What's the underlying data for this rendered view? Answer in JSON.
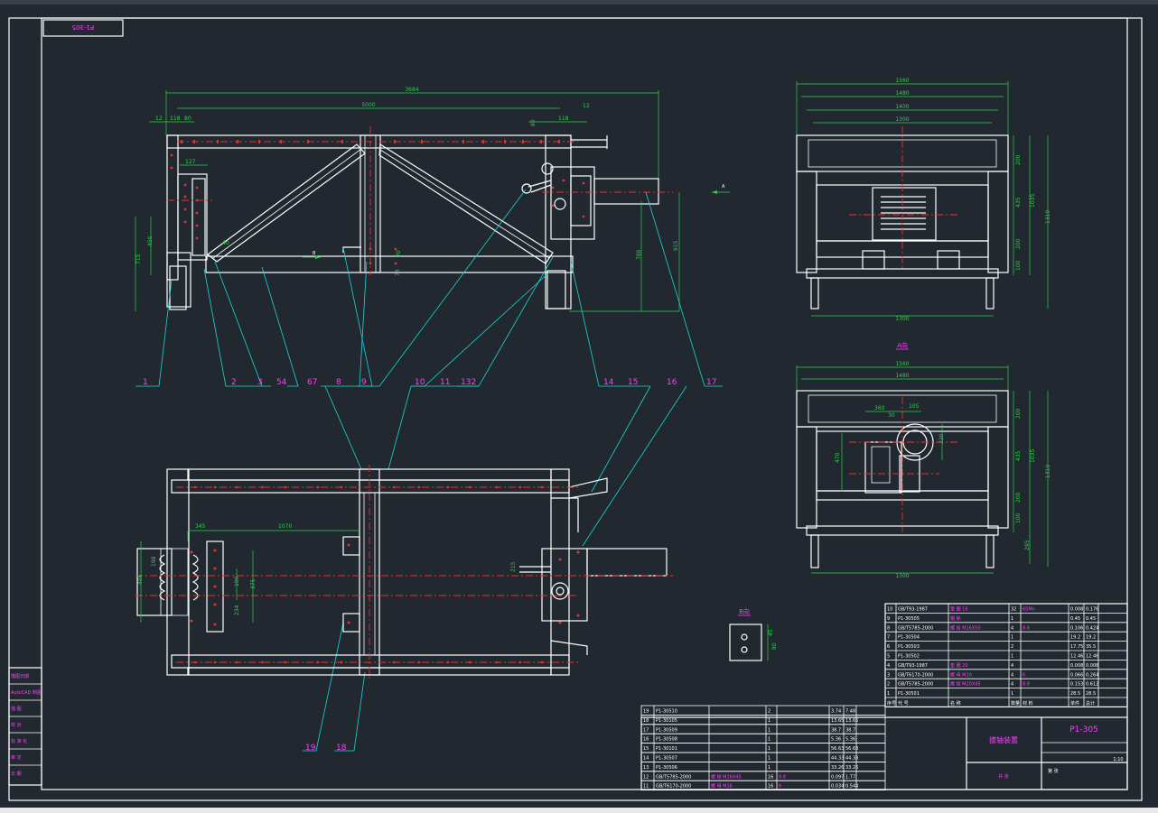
{
  "drawing": {
    "top_label": "P1-305",
    "view_label_a": "A",
    "view_label_b": "B",
    "view_a_title": "A向",
    "view_b_title": "B向",
    "front_dims": [
      "3684",
      "5000",
      "12",
      "118",
      "80",
      "12",
      "127",
      "450",
      "715",
      "40",
      "20",
      "73",
      "780",
      "915",
      "80",
      "118"
    ],
    "plan_dims": [
      "345",
      "1070",
      "486",
      "198",
      "190",
      "375",
      "234",
      "215"
    ],
    "side_dims": [
      "1560",
      "1480",
      "1400",
      "1300",
      "200",
      "435",
      "200",
      "100",
      "1310",
      "1035",
      "1300"
    ],
    "side2_dims": [
      "1560",
      "1480",
      "360",
      "105",
      "30",
      "220",
      "470",
      "200",
      "435",
      "200",
      "100",
      "1035",
      "1310",
      "295",
      "1300"
    ],
    "small_dims": [
      "45",
      "80"
    ],
    "balloons": [
      "1",
      "2",
      "3",
      "54",
      "67",
      "8",
      "9",
      "10",
      "11",
      "132",
      "14",
      "15",
      "16",
      "17",
      "19",
      "18"
    ]
  },
  "left_strip": [
    "描图日期",
    "AutoCAD 制图",
    "描 图",
    "校 对",
    "标 准 化",
    "审 定",
    "日 期"
  ],
  "bom_right": [
    [
      "10",
      "GB/T93-1987",
      "垫 圈 16",
      "32",
      "65Mn",
      "0.008",
      "0.176"
    ],
    [
      "9",
      "P1-30505",
      "钢 板",
      "1",
      "",
      "0.45",
      "0.45"
    ],
    [
      "8",
      "GB/T5785-2000",
      "螺 栓 M16X50",
      "4",
      "8.8",
      "0.106",
      "0.424"
    ],
    [
      "7",
      "P1-30504",
      "",
      "1",
      "",
      "19.2",
      "19.2"
    ],
    [
      "6",
      "P1-30503",
      "",
      "2",
      "",
      "17.75",
      "35.5"
    ],
    [
      "5",
      "P1-30502",
      "",
      "1",
      "",
      "12.46",
      "12.46"
    ],
    [
      "4",
      "GB/T93-1987",
      "垫 圈 20",
      "4",
      "",
      "0.008",
      "0.008"
    ],
    [
      "3",
      "GB/T6170-2000",
      "螺 母 M20",
      "4",
      "6",
      "0.066",
      "0.264"
    ],
    [
      "2",
      "GB/T5785-2000",
      "螺 栓 M20X45",
      "4",
      "8.8",
      "0.153",
      "0.612"
    ],
    [
      "1",
      "P1-30501",
      "",
      "1",
      "",
      "28.5",
      "28.5"
    ]
  ],
  "bom_right_header": [
    "序号",
    "代 号",
    "名 称",
    "数量",
    "材 料",
    "单件",
    "总计"
  ],
  "bom_left": [
    [
      "19",
      "P1-30510",
      "",
      "2",
      "",
      "3.74",
      "7.48"
    ],
    [
      "18",
      "P1-30105",
      "",
      "1",
      "",
      "13.65",
      "13.65"
    ],
    [
      "17",
      "P1-30509",
      "",
      "1",
      "",
      "38.7",
      "38.7"
    ],
    [
      "16",
      "P1-30508",
      "",
      "1",
      "",
      "5.36",
      "5.36"
    ],
    [
      "15",
      "P1-30101",
      "",
      "1",
      "",
      "56.63",
      "56.63"
    ],
    [
      "14",
      "P1-30507",
      "",
      "1",
      "",
      "44.33",
      "44.33"
    ],
    [
      "13",
      "P1-30506",
      "",
      "1",
      "",
      "33.26",
      "33.26"
    ],
    [
      "12",
      "GB/T5785-2000",
      "螺 栓 M16X45",
      "16",
      "8.8",
      "0.097",
      "1.77"
    ],
    [
      "11",
      "GB/T6170-2000",
      "螺 母 M16",
      "16",
      "6",
      "0.034",
      "0.544"
    ]
  ],
  "title_block": {
    "drawing_name": "拔轴装置",
    "drawing_no": "P1-305",
    "scale": "1:10",
    "company": "共 张",
    "sheet": "第 张"
  },
  "colors": {
    "background": "#212830",
    "outline": "#ffffff",
    "dimension": "#2bd24a",
    "centerline": "#e8302c",
    "leader": "#19d7d7",
    "balloon_text": "#ff3cff",
    "hidden": "#e8e83a"
  }
}
